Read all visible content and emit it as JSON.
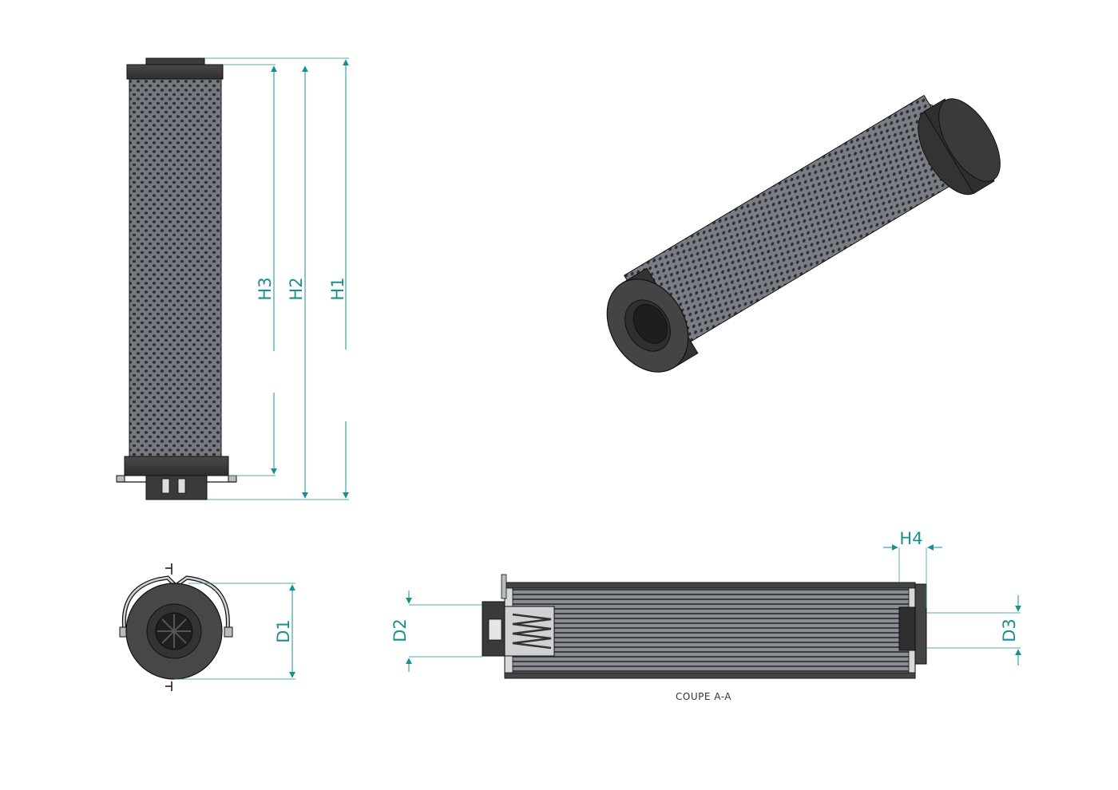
{
  "colors": {
    "dimension": "#1a8f8f",
    "cap": "#3c3c3c",
    "mesh_body": "#6e7177",
    "hole": "#2c2f33",
    "metal": "#b9bcbf",
    "outline": "#111111"
  },
  "icons": {
    "front_view": "filter-element-front-view",
    "iso_view": "filter-element-isometric-view",
    "end_view": "filter-element-end-view",
    "section_view": "filter-element-section-view"
  },
  "dimensions": {
    "h1": "H1",
    "h2": "H2",
    "h3": "H3",
    "h4": "H4",
    "d1": "D1",
    "d2": "D2",
    "d3": "D3"
  },
  "section_caption": "COUPE A-A"
}
